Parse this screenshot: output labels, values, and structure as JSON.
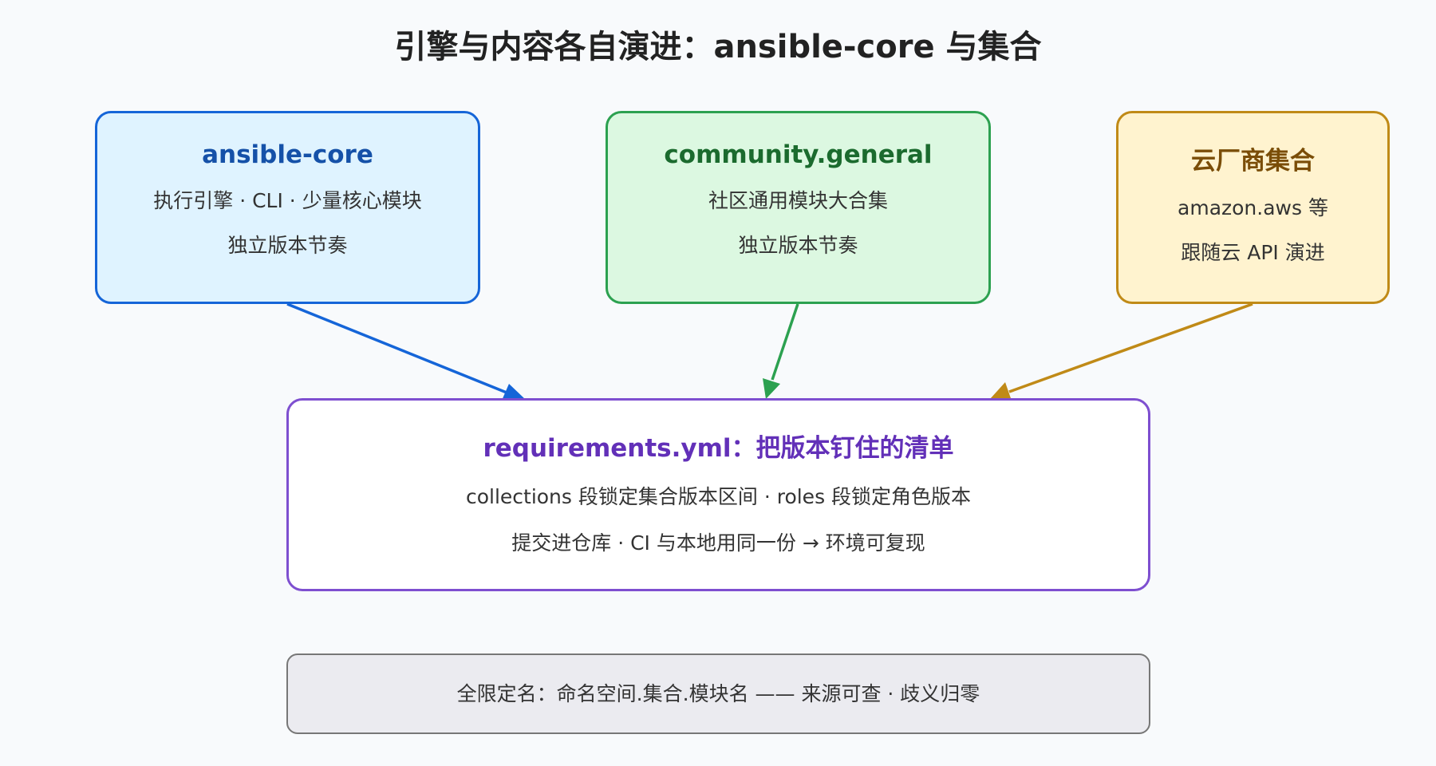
{
  "title": "引擎与内容各自演进：ansible-core 与集合",
  "boxes": {
    "core": {
      "heading": "ansible-core",
      "line1": "执行引擎 · CLI · 少量核心模块",
      "line2": "独立版本节奏",
      "color": "#1565d8"
    },
    "community": {
      "heading": "community.general",
      "line1": "社区通用模块大合集",
      "line2": "独立版本节奏",
      "color": "#2ca150"
    },
    "cloud": {
      "heading": "云厂商集合",
      "line1": "amazon.aws 等",
      "line2": "跟随云 API 演进",
      "color": "#c08a17"
    },
    "requirements": {
      "heading": "requirements.yml：把版本钉住的清单",
      "line1": "collections 段锁定集合版本区间 · roles 段锁定角色版本",
      "line2": "提交进仓库 · CI 与本地用同一份 → 环境可复现",
      "color": "#7e4fd0"
    }
  },
  "footer": {
    "text": "全限定名：命名空间.集合.模块名 —— 来源可查 · 歧义归零"
  }
}
